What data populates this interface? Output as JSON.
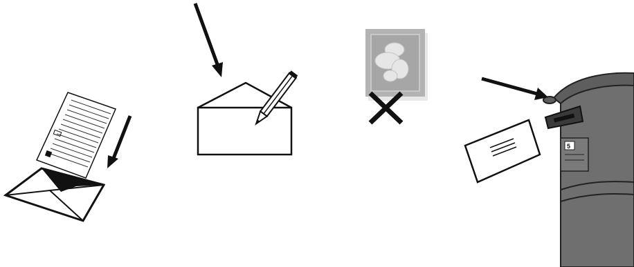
{
  "steps": [
    {
      "id": "insert-form-into-envelope",
      "icons": [
        "arrow-icon",
        "form-document-icon",
        "open-envelope-icon"
      ]
    },
    {
      "id": "write-address-on-envelope",
      "icons": [
        "arrow-icon",
        "envelope-icon",
        "pencil-icon"
      ]
    },
    {
      "id": "no-stamp-needed",
      "icons": [
        "stamp-icon",
        "cross-icon"
      ]
    },
    {
      "id": "post-in-postbox",
      "icons": [
        "arrow-icon",
        "letter-icon",
        "postbox-icon"
      ]
    }
  ],
  "postbox": {
    "box_label": "5"
  },
  "colors": {
    "line": "#111111",
    "stamp": "#b3b3b3",
    "postbox": "#6f6f6f",
    "background": "#ffffff"
  }
}
